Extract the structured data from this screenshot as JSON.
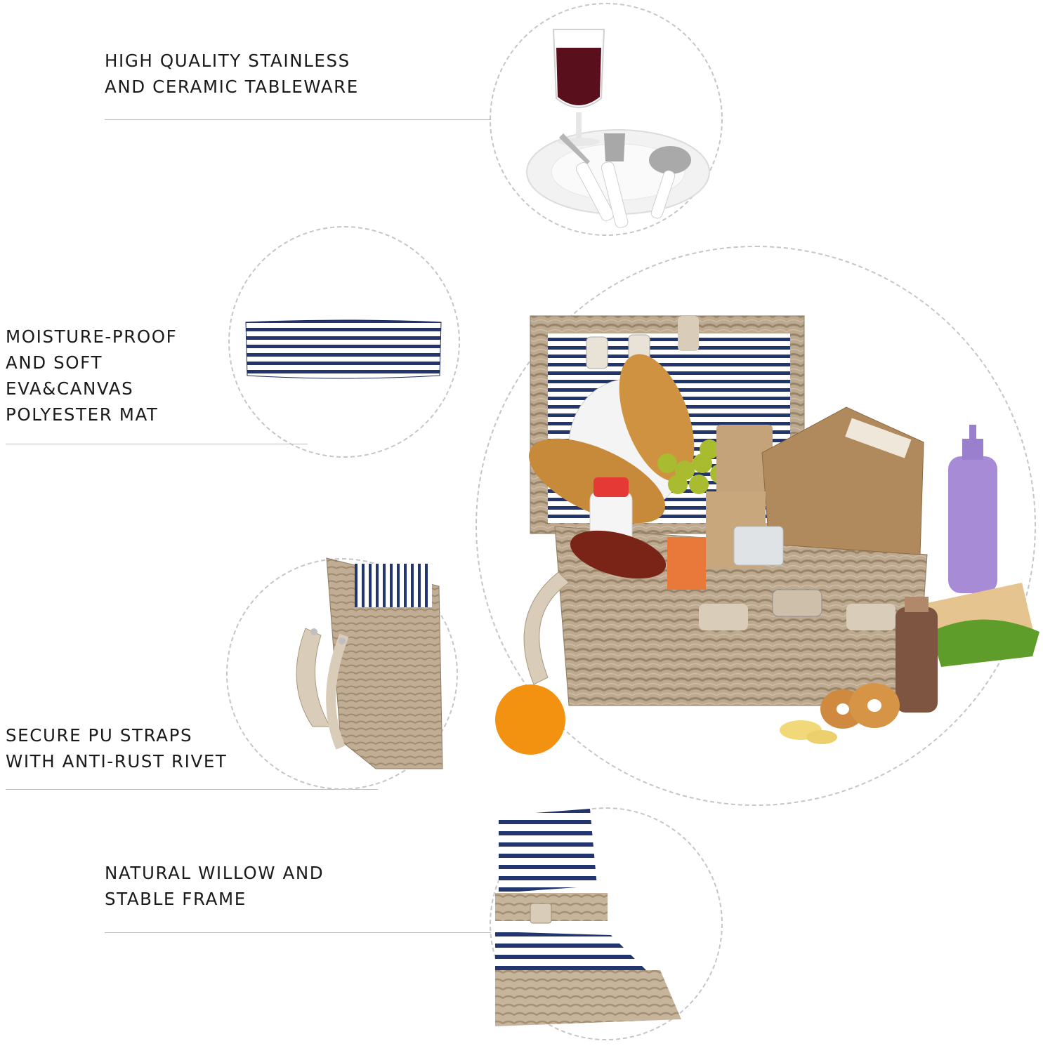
{
  "features": [
    {
      "id": "tableware",
      "lines": [
        "HIGH QUALITY STAINLESS",
        "AND CERAMIC TABLEWARE"
      ],
      "icon": "tableware-photo"
    },
    {
      "id": "mat",
      "lines": [
        "MOISTURE-PROOF",
        "AND SOFT",
        "EVA&CANVAS",
        "POLYESTER MAT"
      ],
      "icon": "striped-mat-photo"
    },
    {
      "id": "straps",
      "lines": [
        "SECURE PU STRAPS",
        "WITH ANTI-RUST RIVET"
      ],
      "icon": "basket-straps-photo"
    },
    {
      "id": "frame",
      "lines": [
        "NATURAL WILLOW AND",
        "STABLE FRAME"
      ],
      "icon": "willow-frame-photo"
    }
  ],
  "hero": {
    "icon": "picnic-basket-photo"
  },
  "colors": {
    "text": "#1a1a1a",
    "rule": "#bcbcbc",
    "circle": "#c6c6c6",
    "stripe": "#23356e",
    "wicker": "#b8a58c",
    "leather": "#d7cbb8"
  }
}
